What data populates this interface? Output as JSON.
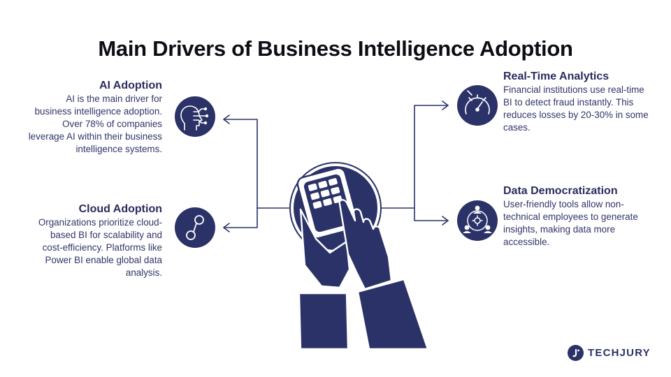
{
  "title": "Main Drivers of Business Intelligence Adoption",
  "drivers": {
    "ai": {
      "heading": "AI Adoption",
      "text": "AI is the main driver for business intelligence adoption. Over 78% of companies leverage AI within their business intelligence systems.",
      "icon": "ai-head-icon"
    },
    "cloud": {
      "heading": "Cloud Adoption",
      "text": "Organizations prioritize cloud-based BI for scalability and cost-efficiency. Platforms like Power BI enable global data analysis.",
      "icon": "cloud-nodes-icon"
    },
    "realtime": {
      "heading": "Real-Time Analytics",
      "text": "Financial institutions use real-time BI to detect fraud instantly. This reduces losses by 20-30% in some cases.",
      "icon": "speedometer-icon"
    },
    "democratization": {
      "heading": "Data Democratization",
      "text": "User-friendly tools allow non-technical employees to generate insights, making data more accessible.",
      "icon": "people-network-icon"
    }
  },
  "brand": {
    "name": "TECHJURY",
    "icon": "techjury-logo-icon"
  },
  "colors": {
    "navy": "#2b3268",
    "title": "#0d0d14",
    "background": "#ffffff"
  }
}
